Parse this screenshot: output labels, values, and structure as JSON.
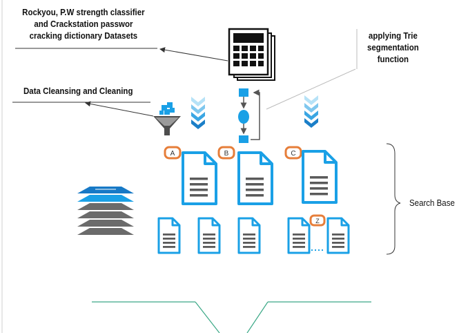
{
  "labels": {
    "datasets": [
      "Rockyou, P.W strength classifier",
      "and Crackstation passwor",
      "cracking dictionary Datasets"
    ],
    "cleansing": "Data Cleansing and Cleaning",
    "trie": [
      "applying Trie",
      "segmentation",
      "function"
    ],
    "search_base": "Search Base"
  },
  "tags": {
    "a": "A",
    "b": "B",
    "c": "C",
    "z": "Z"
  },
  "colors": {
    "blue": "#1aa0e6",
    "dark_blue": "#1779c6",
    "light_blue": "#8fd3f4",
    "orange": "#e67e3a",
    "gray": "#5a5a5a",
    "green": "#3aa886"
  },
  "icons": [
    "calculator-stack-icon",
    "funnel-icon",
    "chevron-down-stack-icon",
    "flowchart-icon",
    "document-icon",
    "layers-stack-icon"
  ]
}
